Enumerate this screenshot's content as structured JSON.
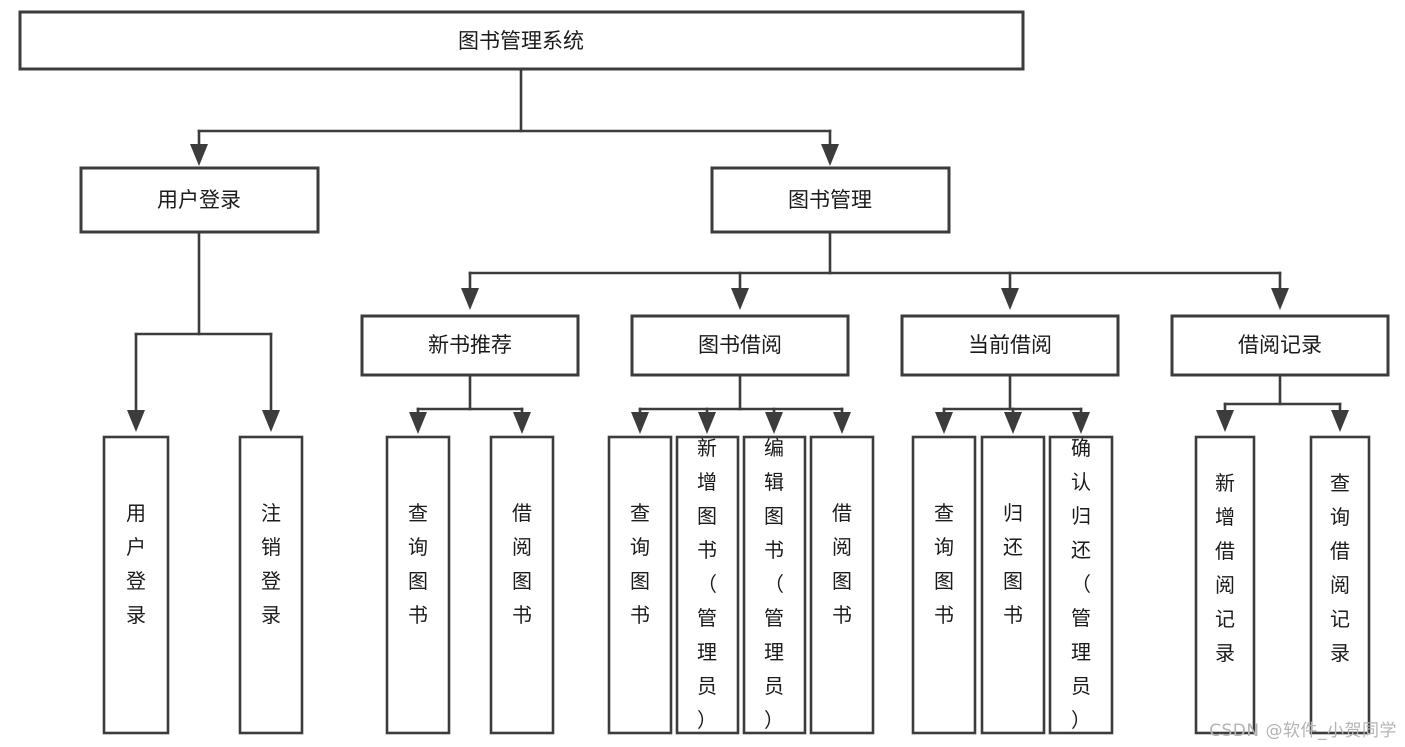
{
  "diagram": {
    "title": "图书管理系统",
    "type": "tree",
    "watermark": "CSDN @软件_小贺同学",
    "colors": {
      "stroke": "#3c3c3c",
      "fill": "#ffffff",
      "text": "#1b1b1b",
      "watermark": "#b4b4b4"
    },
    "levels": {
      "root": {
        "label": "图书管理系统"
      },
      "level2": [
        {
          "label": "用户登录"
        },
        {
          "label": "图书管理"
        }
      ],
      "level3": [
        {
          "label": "新书推荐"
        },
        {
          "label": "图书借阅"
        },
        {
          "label": "当前借阅"
        },
        {
          "label": "借阅记录"
        }
      ],
      "leaves": {
        "user_login": [
          {
            "label": "用户登录"
          },
          {
            "label": "注销登录"
          }
        ],
        "new_book_recommend": [
          {
            "label": "查询图书"
          },
          {
            "label": "借阅图书"
          }
        ],
        "book_borrow": [
          {
            "label": "查询图书"
          },
          {
            "label": "新增图书（管理员）"
          },
          {
            "label": "编辑图书（管理员）"
          },
          {
            "label": "借阅图书"
          }
        ],
        "current_borrow": [
          {
            "label": "查询图书"
          },
          {
            "label": "归还图书"
          },
          {
            "label": "确认归还（管理员）"
          }
        ],
        "borrow_record": [
          {
            "label": "新增借阅记录"
          },
          {
            "label": "查询借阅记录"
          }
        ]
      }
    }
  }
}
